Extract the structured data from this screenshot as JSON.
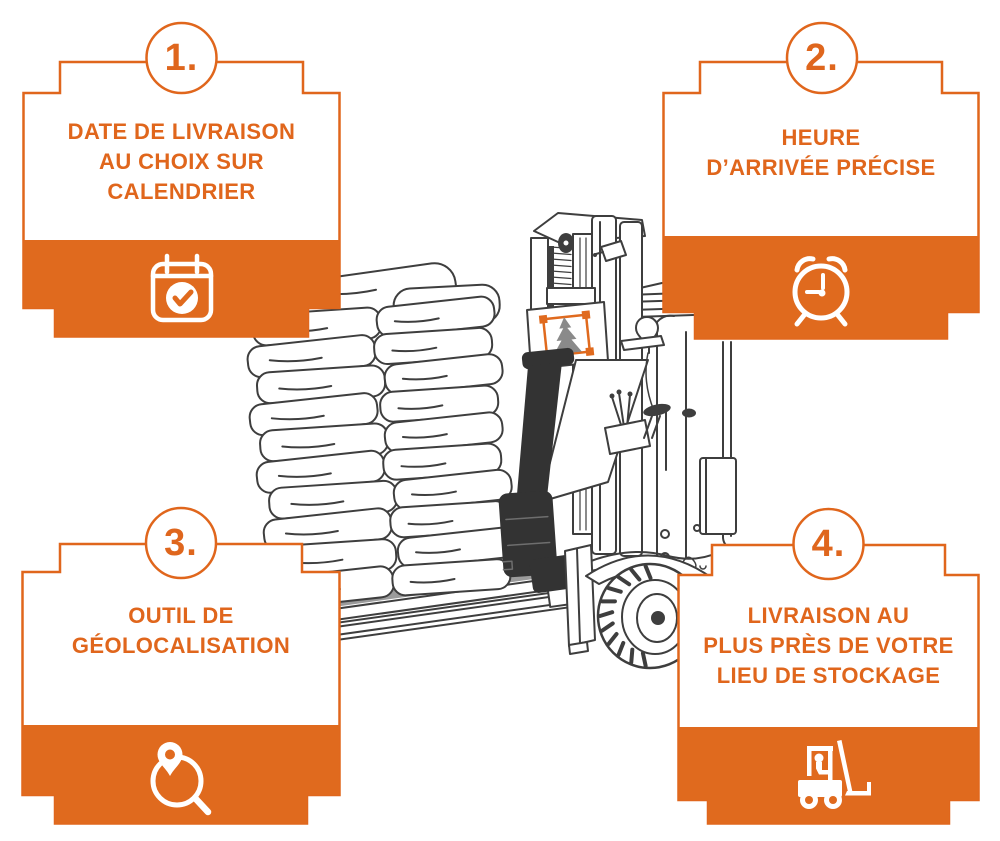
{
  "palette": {
    "orange": "#e06a1e",
    "orange_border": "#e0661c",
    "line": "#3e3e3e",
    "dark_fill": "#333333",
    "tree_gray": "#8a8a8a",
    "pallet_gray": "#9b9b9b",
    "background": "#ffffff"
  },
  "cards": [
    {
      "number": "1.",
      "title": "DATE DE LIVRAISON\nAU CHOIX SUR\nCALENDRIER",
      "icon": "calendar-check-icon"
    },
    {
      "number": "2.",
      "title": "HEURE\nD’ARRIVÉE PRÉCISE",
      "icon": "alarm-clock-icon"
    },
    {
      "number": "3.",
      "title": "OUTIL DE\nGÉOLOCALISATION",
      "icon": "geolocation-magnifier-icon"
    },
    {
      "number": "4.",
      "title": "LIVRAISON AU\nPLUS PRÈS DE VOTRE\nLIEU DE STOCKAGE",
      "icon": "forklift-icon"
    }
  ],
  "illustration": {
    "subject": "truck-mounted forklift lifting a pallet stacked with pellet bags",
    "mast_logo": "fir-tree-in-orange-corner-frame"
  }
}
